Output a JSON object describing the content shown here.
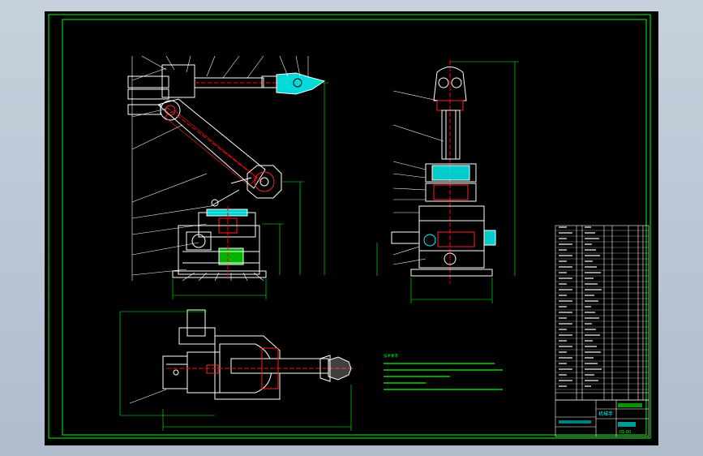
{
  "colors": {
    "background": "#000000",
    "border": "#00ff00",
    "outline": "#ffffff",
    "hatch": "#ff2020",
    "dimension": "#00ff00",
    "fill": "#00ffff",
    "centerline": "#ff0000",
    "notes": "#00ff00"
  },
  "drawing": {
    "title": "机械手",
    "drawing_no": "-01-00",
    "notes_heading": "技术要求"
  }
}
